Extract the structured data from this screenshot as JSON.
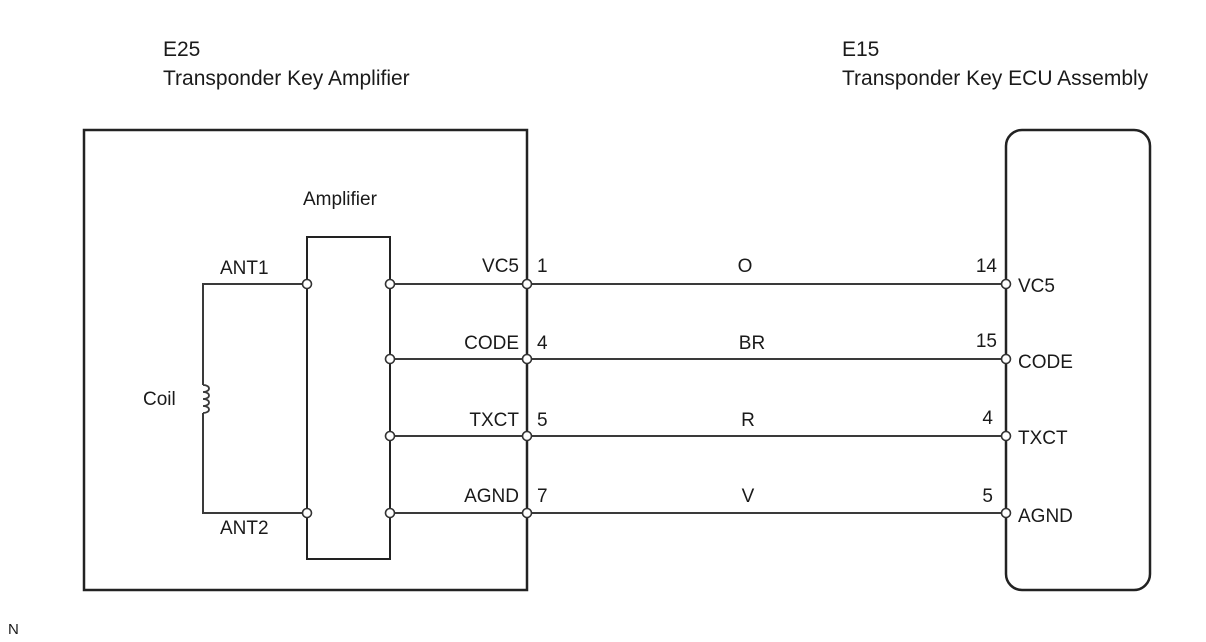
{
  "left_component": {
    "code": "E25",
    "name": "Transponder Key Amplifier",
    "amplifier_label": "Amplifier",
    "coil_label": "Coil",
    "ant1_label": "ANT1",
    "ant2_label": "ANT2"
  },
  "right_component": {
    "code": "E15",
    "name": "Transponder Key ECU Assembly"
  },
  "wires": [
    {
      "left_name": "VC5",
      "left_pin": "1",
      "color": "O",
      "right_pin": "14",
      "right_name": "VC5"
    },
    {
      "left_name": "CODE",
      "left_pin": "4",
      "color": "BR",
      "right_pin": "15",
      "right_name": "CODE"
    },
    {
      "left_name": "TXCT",
      "left_pin": "5",
      "color": "R",
      "right_pin": "4",
      "right_name": "TXCT"
    },
    {
      "left_name": "AGND",
      "left_pin": "7",
      "color": "V",
      "right_pin": "5",
      "right_name": "AGND"
    }
  ],
  "footer_mark": "N"
}
